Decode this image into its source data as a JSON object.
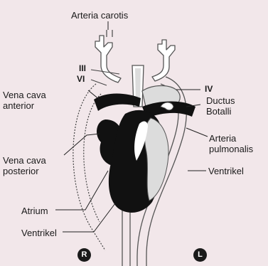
{
  "labels": {
    "arteria_carotis": "Arteria carotis",
    "arch_iii": "III",
    "arch_vi": "VI",
    "arch_iv": "IV",
    "vena_cava_anterior": "Vena cava\nanterior",
    "ductus_botalli": "Ductus\nBotalli",
    "arteria_pulmonalis": "Arteria\npulmonalis",
    "vena_cava_posterior": "Vena cava\nposterior",
    "ventrikel_right": "Ventrikel",
    "atrium": "Atrium",
    "ventrikel_left": "Ventrikel"
  },
  "side_markers": {
    "right": "R",
    "left": "L"
  },
  "colors": {
    "background": "#f2e7ea",
    "vessel_outline": "#555555",
    "vessel_fill": "#ffffff",
    "light_fill": "#dcdcdc",
    "dark_fill": "#111111"
  }
}
